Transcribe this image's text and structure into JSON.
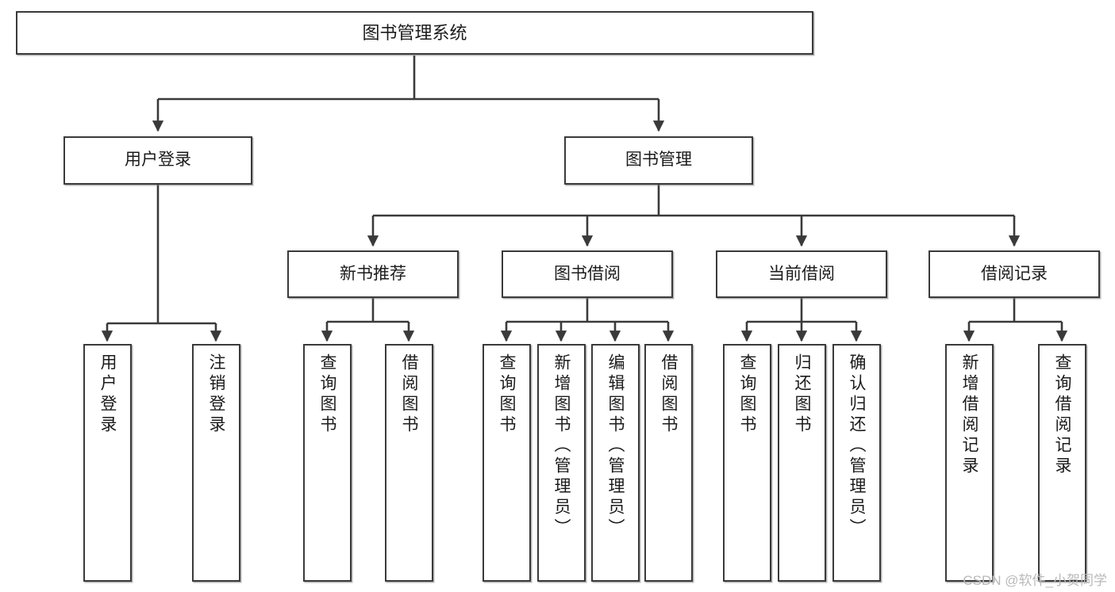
{
  "diagram": {
    "type": "tree",
    "title": "图书管理系统",
    "orientation": "top-down",
    "root": {
      "id": "root",
      "label": "图书管理系统"
    },
    "level2": [
      {
        "id": "user-login",
        "label": "用户登录"
      },
      {
        "id": "book-manage",
        "label": "图书管理"
      }
    ],
    "level3": [
      {
        "id": "new-book-rec",
        "label": "新书推荐",
        "parent": "book-manage"
      },
      {
        "id": "book-borrow",
        "label": "图书借阅",
        "parent": "book-manage"
      },
      {
        "id": "current-borrow",
        "label": "当前借阅",
        "parent": "book-manage"
      },
      {
        "id": "borrow-record",
        "label": "借阅记录",
        "parent": "book-manage"
      }
    ],
    "leaves": {
      "user-login": [
        {
          "id": "leaf-user-login",
          "label": "用户登录"
        },
        {
          "id": "leaf-user-logout",
          "label": "注销登录"
        }
      ],
      "new-book-rec": [
        {
          "id": "leaf-query-book-1",
          "label": "查询图书"
        },
        {
          "id": "leaf-borrow-book-1",
          "label": "借阅图书"
        }
      ],
      "book-borrow": [
        {
          "id": "leaf-query-book-2",
          "label": "查询图书"
        },
        {
          "id": "leaf-add-book",
          "label": "新增图书（管理员）"
        },
        {
          "id": "leaf-edit-book",
          "label": "编辑图书（管理员）"
        },
        {
          "id": "leaf-borrow-book-2",
          "label": "借阅图书"
        }
      ],
      "current-borrow": [
        {
          "id": "leaf-query-book-3",
          "label": "查询图书"
        },
        {
          "id": "leaf-return-book",
          "label": "归还图书"
        },
        {
          "id": "leaf-confirm-return",
          "label": "确认归还（管理员）"
        }
      ],
      "borrow-record": [
        {
          "id": "leaf-add-record",
          "label": "新增借阅记录"
        },
        {
          "id": "leaf-query-record",
          "label": "查询借阅记录"
        }
      ]
    }
  },
  "watermark": {
    "text": "CSDN @软件_小贺同学"
  },
  "colors": {
    "stroke": "#3a3a3a",
    "fill": "#ffffff",
    "text": "#1b1b1b",
    "watermark": "#b9b9b9"
  }
}
